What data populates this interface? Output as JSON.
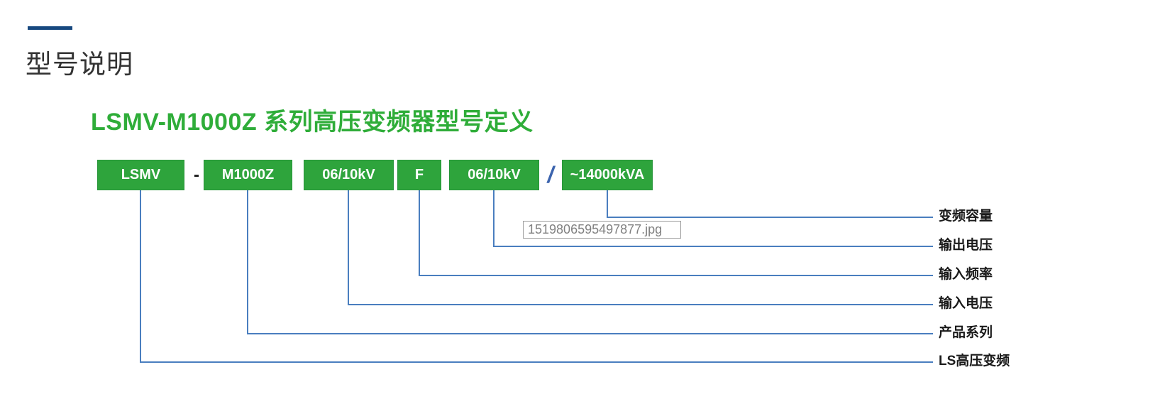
{
  "page": {
    "section_title": "型号说明",
    "accent_color": "#17487f"
  },
  "diagram": {
    "heading": "LSMV-M1000Z 系列高压变频器型号定义",
    "heading_color": "#2fad39",
    "box_color": "#2ea43c",
    "line_color": "#4a7ebf",
    "separators": {
      "dash": "-",
      "slash": "/"
    },
    "segments": [
      {
        "label": "LSMV",
        "meaning": "LS高压变频"
      },
      {
        "label": "M1000Z",
        "meaning": "产品系列"
      },
      {
        "label": "06/10kV",
        "meaning": "输入电压"
      },
      {
        "label": "F",
        "meaning": "输入频率"
      },
      {
        "label": "06/10kV",
        "meaning": "输出电压"
      },
      {
        "label": "~14000kVA",
        "meaning": "变频容量"
      }
    ],
    "broken_image_alt": "1519806595497877.jpg"
  }
}
